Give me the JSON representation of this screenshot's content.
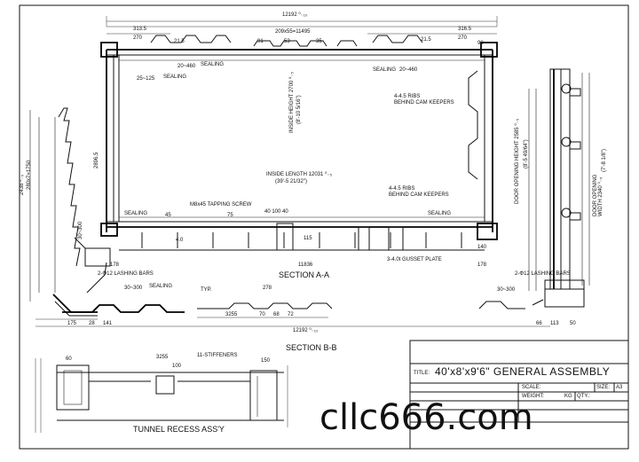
{
  "dimensions": {
    "overall_length": "12192 ⁰₋₁₀",
    "panel_pitch": "209x55=11495",
    "left_313": "313.5",
    "left_270": "270",
    "left_21_5": "21.5",
    "right_316": "316.5",
    "right_270": "270",
    "right_21_5": "21.5",
    "right_93": "93",
    "ribs_91": "91",
    "ribs_53": "53",
    "ribs_35": "35",
    "s20_460_left": "20~460",
    "s20_460_right": "20~460",
    "s25_125": "25~125",
    "h_2896": "2896.5",
    "h_2438": "2438 ⁰₋₅",
    "h_280x7": "280x7=1750",
    "inside_length": "INSIDE LENGTH 12031 ⁰₋₅",
    "inside_length_imp": "(39'-5 21/32\")",
    "inside_height": "INSIDE HEIGHT 2700 ⁰₋₅",
    "inside_height_imp": "(8'-10 5/16\")",
    "door_height": "DOOR OPENING HEIGHT 2585 ⁰₋₅",
    "door_height_imp": "(8'-5 49/64\")",
    "door_width": "DOOR OPENING WIDTH 2340 ⁰₋₅",
    "door_width_imp": "(7'-8 1/8\")",
    "d_11836": "11836",
    "d_12192_bottom": "12192 ⁰₋₁₀",
    "d_178_left": "178",
    "d_178_right": "178",
    "d_100_40": "40  100  40",
    "d_45": "45",
    "d_75": "75",
    "d_40": "4.0",
    "d_115": "115",
    "d_175": "175",
    "d_28": "28",
    "d_141": "141",
    "d_66": "66",
    "d_113": "113",
    "d_50": "50",
    "d_140": "140",
    "d_278": "278",
    "d_3255": "3255",
    "d_100b": "100",
    "d_150": "150",
    "d_60": "60",
    "d_70": "70",
    "d_68": "68",
    "d_72": "72",
    "d_3255b": "3255"
  },
  "notes": {
    "sealing_1": "SEALING",
    "sealing_2": "SEALING",
    "sealing_3": "SEALING",
    "sealing_4": "SEALING",
    "sealing_5": "SEALING",
    "sealing_6": "SEALING",
    "ribs_1": "4-4.5 RIBS",
    "ribs_1b": "BEHIND CAM KEEPERS",
    "ribs_2": "4-4.5 RIBS",
    "ribs_2b": "BEHIND CAM KEEPERS",
    "tapping_screw": "M8x45 TAPPING SCREW",
    "lashing_left": "2-Φ12 LASHING BARS",
    "lashing_right": "2-Φ12 LASHING BARS",
    "gusset": "3-4.0t GUSSET PLATE",
    "typ": "TYP.",
    "stiffeners": "11-STIFFENERS",
    "s30_300_left": "30~300",
    "s30_300_right": "30~300",
    "s30_300_side": "30~300"
  },
  "sections": {
    "section_aa": "SECTION A-A",
    "section_bb": "SECTION B-B",
    "tunnel": "TUNNEL RECESS ASS'Y"
  },
  "title_block": {
    "title_label": "TITLE:",
    "title": "40'x8'x9'6\" GENERAL ASSEMBLY",
    "scale_label": "SCALE:",
    "size_label": "SIZE:",
    "size_value": "A3",
    "weight_label": "WEIGHT:",
    "weight_unit": "KG",
    "qty_label": "QTY.:"
  },
  "watermark": "cllc666.com"
}
